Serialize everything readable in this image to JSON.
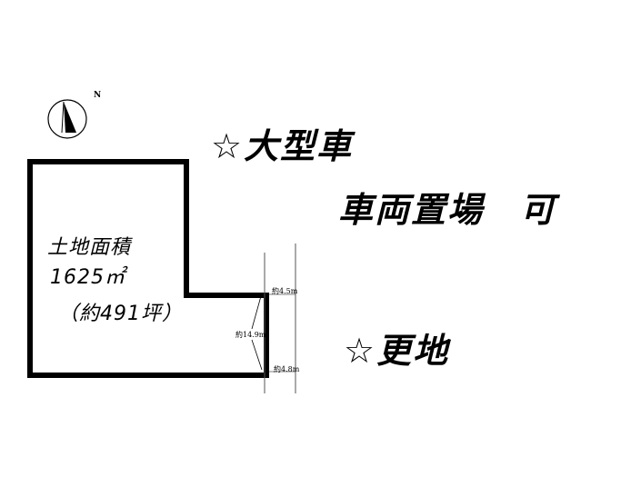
{
  "compass": {
    "label": "N"
  },
  "plot": {
    "area_title": "土地面積",
    "area_sqm": "1625㎡",
    "area_tsubo": "（約491坪）",
    "dimensions": [
      "約4.5m",
      "約14.9m",
      "約4.8m"
    ]
  },
  "notes": {
    "note1": "☆大型車",
    "note2": "車両置場　可",
    "note3": "☆更地"
  },
  "colors": {
    "ink": "#000000",
    "background": "#ffffff"
  }
}
